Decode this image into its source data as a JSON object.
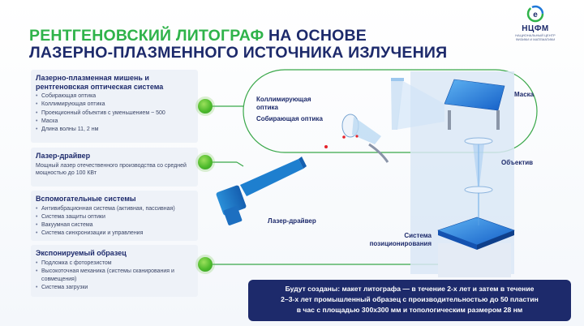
{
  "title": {
    "line1_green": "РЕНТГЕНОВСКИЙ ЛИТОГРАФ",
    "line1_navy": " НА ОСНОВЕ",
    "line2": "ЛАЗЕРНО-ПЛАЗМЕННОГО ИСТОЧНИКА ИЗЛУЧЕНИЯ"
  },
  "logo": {
    "name": "НЦФМ",
    "subtitle_line1": "НАЦИОНАЛЬНЫЙ ЦЕНТР",
    "subtitle_line2": "ФИЗИКИ И МАТЕМАТИКИ"
  },
  "panels": [
    {
      "heading": "Лазерно-плазменная мишень и рентгеновская оптическая система",
      "items": [
        "Собирающая оптика",
        "Коллимирующая оптика",
        "Проекционный объектив с уменьшением ~ 500",
        "Маска",
        "Длина волны 11, 2 нм"
      ]
    },
    {
      "heading": "Лазер-драйвер",
      "text": "Мощный лазер отечественного производства со средней мощностью до 100 КВт"
    },
    {
      "heading": "Вспомогательные системы",
      "items": [
        "Антивибрационная система (активная, пассивная)",
        "Система защиты оптики",
        "Вакуумная система",
        "Система синхронизации  и управления"
      ]
    },
    {
      "heading": "Экспонируемый образец",
      "items": [
        "Подложка с фоторезистом",
        "Высокоточная механика (системы сканирования и совмещения)",
        "Система загрузки"
      ]
    }
  ],
  "diagram": {
    "collimating_optics": "Коллимирующая оптика",
    "collecting_optics": "Собирающая оптика",
    "mask": "Маска",
    "objective": "Объектив",
    "positioning_system": "Система позиционирования",
    "laser_driver": "Лазер-драйвер"
  },
  "notice": {
    "line1": "Будут созданы: макет литографа — в течение 2-х лет и затем в течение",
    "line2": "2–3-х лет промышленный образец с производительностью до 50 пластин",
    "line3": "в час с площадью 300х300 мм и топологическим размером 28 нм"
  },
  "colors": {
    "accent_green": "#2fb34a",
    "navy": "#1d2a6b",
    "chip_blue": "#1f78d8"
  }
}
